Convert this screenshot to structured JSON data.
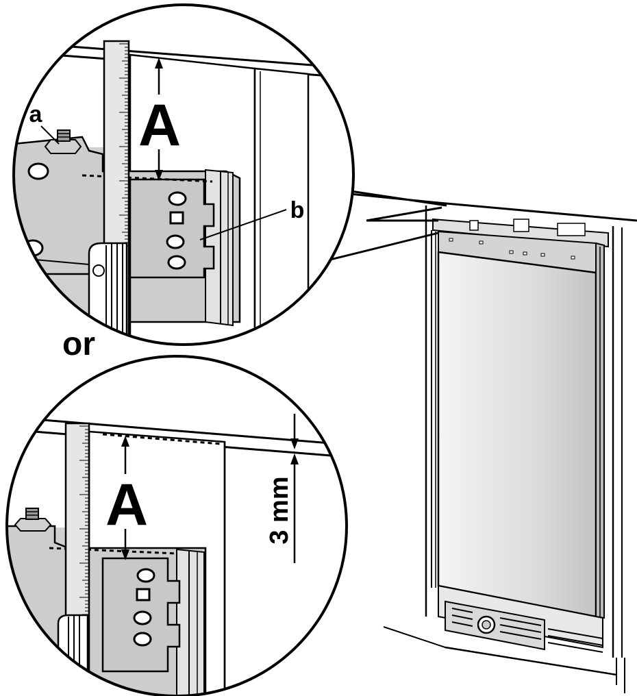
{
  "labels": {
    "top_dimension": "A",
    "bottom_dimension": "A",
    "part_a": "a",
    "part_b": "b",
    "alternative": "or",
    "gap": "3 mm"
  },
  "colors": {
    "panel_gray": "#cfcfcf",
    "light_gray": "#e3e3e3",
    "door_light": "#ececec",
    "line": "#000000",
    "background": "#ffffff"
  }
}
